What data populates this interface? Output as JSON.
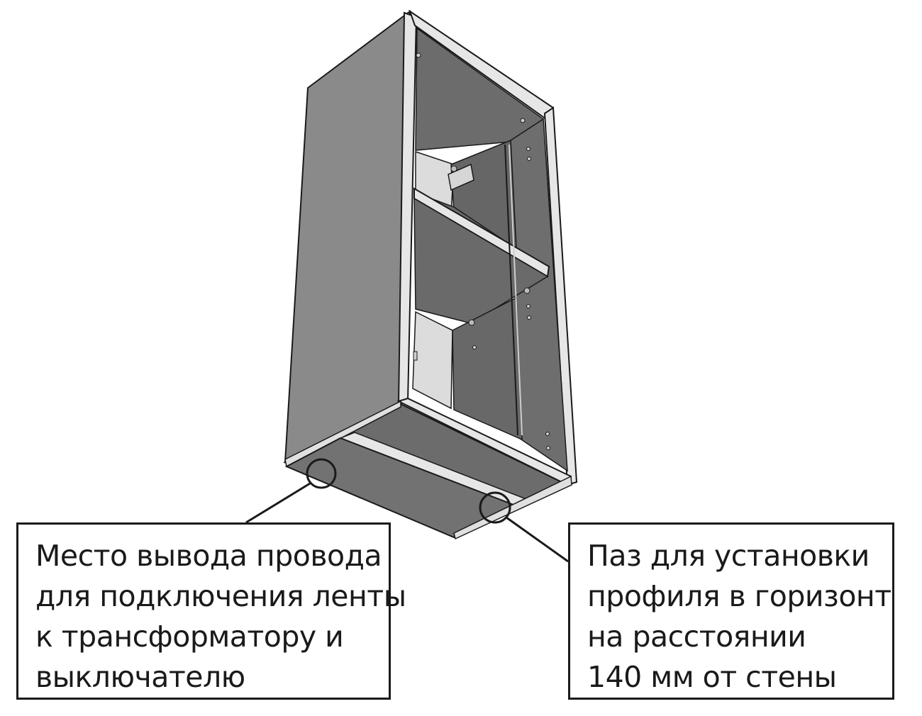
{
  "callouts": {
    "wire_outlet": {
      "lines": [
        "Место вывода провода",
        "для подключения ленты",
        "к трансформатору и",
        "выключателю"
      ]
    },
    "profile_groove": {
      "lines": [
        "Паз для установки",
        "профиля в горизонт",
        "на расстоянии",
        "140 мм от  стены"
      ]
    }
  },
  "colors": {
    "panel_dark": "#707070",
    "panel_mid": "#8a8a8a",
    "edge_light": "#e8e8e8",
    "back_light": "#dcdcdc",
    "outline": "#1a1a1a"
  }
}
